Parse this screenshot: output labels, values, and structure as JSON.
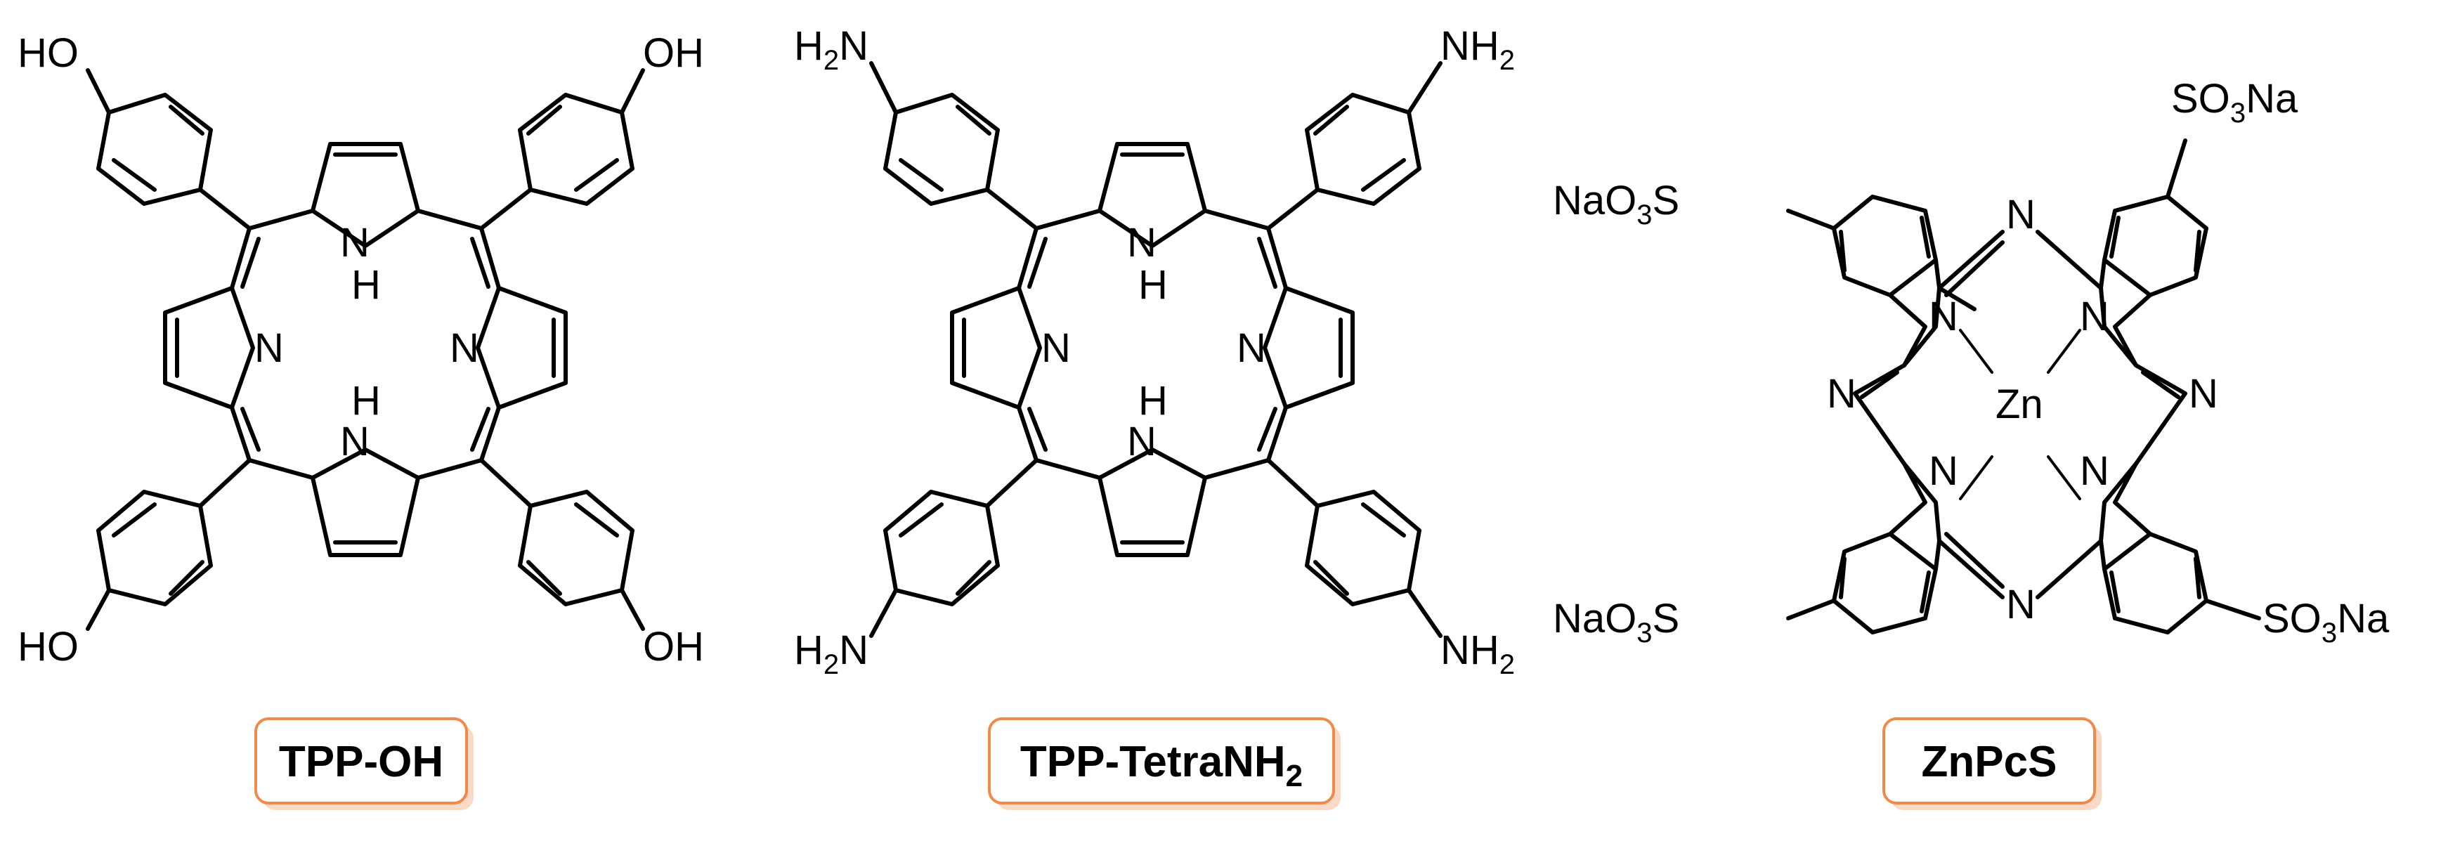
{
  "atoms": {
    "OH": "OH",
    "HO": "HO",
    "H": "H",
    "N": "N",
    "H2N_H": "H",
    "H2N_2": "2",
    "H2N_N": "N",
    "NH2_NH": "NH",
    "NH2_2": "2",
    "Zn": "Zn",
    "NaO3S_a": "NaO",
    "NaO3S_3": "3",
    "NaO3S_S": "S",
    "SO3Na_S": "SO",
    "SO3Na_3": "3",
    "SO3Na_Na": "Na"
  },
  "labels": {
    "tpp_oh": "TPP-OH",
    "tpp_tetra_main": "TPP-TetraNH",
    "tpp_tetra_sub": "2",
    "znpcs": "ZnPcS"
  },
  "colors": {
    "label_border": "#f08a4b",
    "label_shadow": "#fbd9c4"
  }
}
